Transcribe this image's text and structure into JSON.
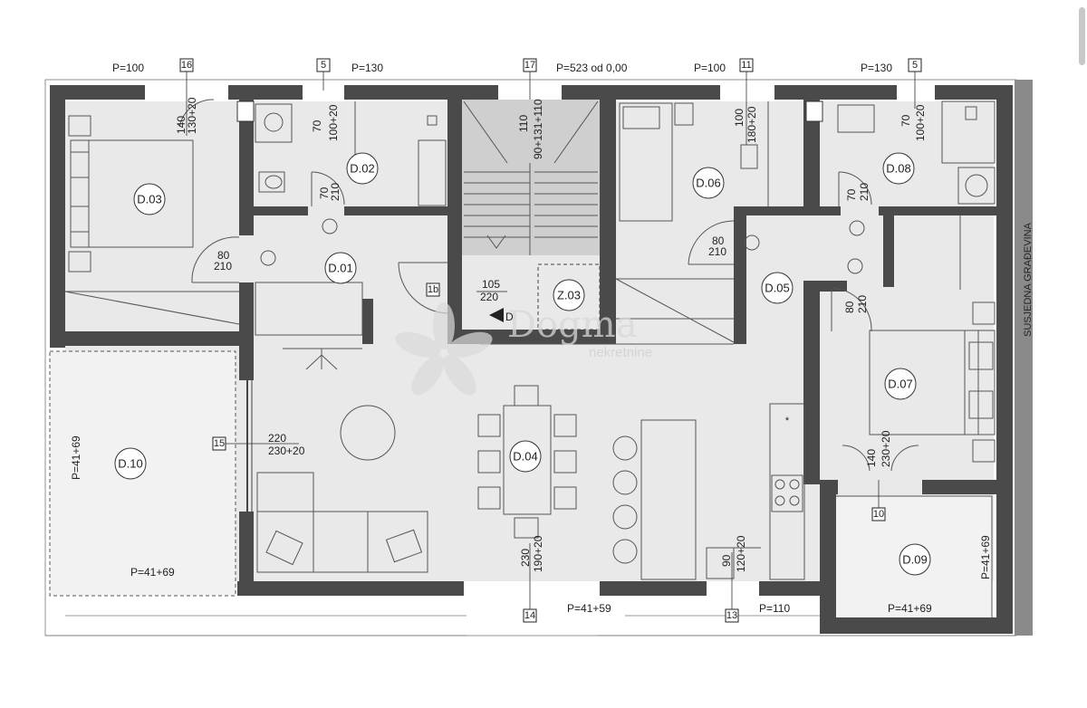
{
  "plan": {
    "side_label": "SUSJEDNA GRAĐEVINA",
    "rooms": [
      {
        "id": "D.01"
      },
      {
        "id": "D.02"
      },
      {
        "id": "D.03"
      },
      {
        "id": "D.04"
      },
      {
        "id": "D.05"
      },
      {
        "id": "D.06"
      },
      {
        "id": "D.07"
      },
      {
        "id": "D.08"
      },
      {
        "id": "D.09"
      },
      {
        "id": "D.10"
      },
      {
        "id": "Z.03"
      }
    ],
    "window_tags": [
      "16",
      "5",
      "17",
      "11",
      "5",
      "15",
      "14",
      "13",
      "10",
      "1b"
    ],
    "dimension_labels": {
      "top_p1": "P=100",
      "top_p2": "P=130",
      "top_p3": "P=523 od 0,00",
      "top_p4": "P=100",
      "top_p5": "P=130",
      "bottom_p1": "P=41+59",
      "bottom_p2": "P=110",
      "d10_bottom": "P=41+69",
      "d10_side": "P=41+69",
      "d09_bottom": "P=41+69",
      "d09_side": "P=41+69",
      "win_d03_a": "140",
      "win_d03_b": "130+20",
      "win_d02_a": "70",
      "win_d02_b": "100+20",
      "win_st_a": "110",
      "win_st_b": "90+131+110",
      "win_d06_a": "100",
      "win_d06_b": "180+20",
      "win_d08_a": "70",
      "win_d08_b": "100+20",
      "door_d02_a": "70",
      "door_d02_b": "210",
      "door_d08_a": "70",
      "door_d08_b": "210",
      "door_d03_a": "80",
      "door_d03_b": "210",
      "door_d06_a": "80",
      "door_d06_b": "210",
      "door_d07_a": "80",
      "door_d07_b": "210",
      "entry_a": "105",
      "entry_b": "220",
      "win_d10_a": "220",
      "win_d10_b": "230+20",
      "win_d04_a": "230",
      "win_d04_b": "190+20",
      "win_d07_a": "140",
      "win_d07_b": "230+20",
      "win_k_a": "90",
      "win_k_b": "120+20",
      "down_mark": "D"
    },
    "watermark": {
      "brand": "Dogma",
      "sub": "nekretnine"
    }
  }
}
